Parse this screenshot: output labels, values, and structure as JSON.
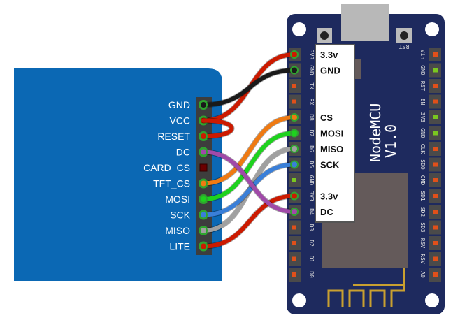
{
  "display": {
    "pins": [
      "GND",
      "VCC",
      "RESET",
      "DC",
      "CARD_CS",
      "TFT_CS",
      "MOSI",
      "SCK",
      "MISO",
      "LITE"
    ]
  },
  "board": {
    "title_line1": "NodeMCU",
    "title_line2": "V1.0",
    "rst_label": "RST",
    "left_pins": [
      "3V3",
      "GND",
      "TX",
      "RX",
      "D8",
      "D7",
      "D6",
      "D5",
      "GND",
      "3V3",
      "D4",
      "D3",
      "D2",
      "D1",
      "D0"
    ],
    "right_pins": [
      "Vin",
      "GND",
      "RST",
      "EN",
      "3V3",
      "GND",
      "CLK",
      "SDO",
      "CMD",
      "SD1",
      "SD2",
      "SD3",
      "RSV",
      "RSV",
      "A0"
    ]
  },
  "label_box": [
    "3.3v",
    "GND",
    "",
    "",
    "CS",
    "MOSI",
    "MISO",
    "SCK",
    "",
    "3.3v",
    "DC"
  ],
  "wires": [
    {
      "from": "VCC",
      "to": "3V3",
      "color": "#cc1a00"
    },
    {
      "from": "GND",
      "to": "GND",
      "color": "#1a1a1a"
    },
    {
      "from": "RESET",
      "to": "VCC",
      "color": "#cc1a00"
    },
    {
      "from": "TFT_CS",
      "to": "D8",
      "color": "#ef7a12"
    },
    {
      "from": "MOSI",
      "to": "D7",
      "color": "#1ed21e"
    },
    {
      "from": "MISO",
      "to": "D6",
      "color": "#a0a0a0"
    },
    {
      "from": "SCK",
      "to": "D5",
      "color": "#3a7fd8"
    },
    {
      "from": "LITE",
      "to": "3V3",
      "color": "#cc1a00"
    },
    {
      "from": "DC",
      "to": "D4",
      "color": "#a04aa8"
    }
  ]
}
